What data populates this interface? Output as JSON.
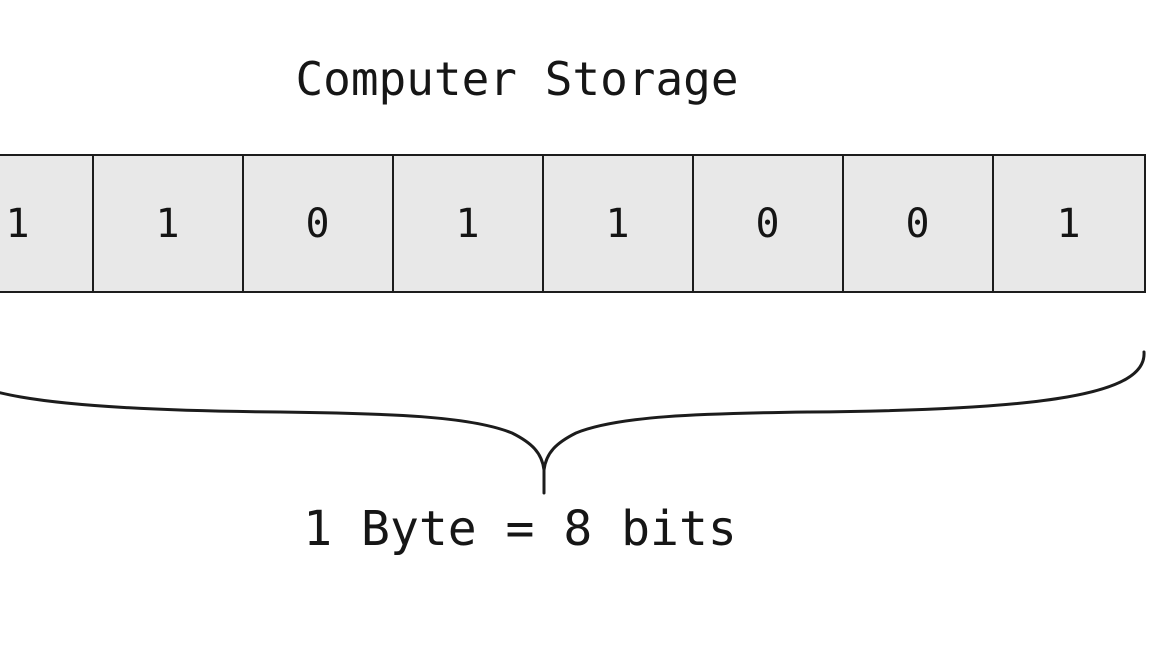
{
  "title": "Computer Storage",
  "byte": {
    "bits": [
      "1",
      "1",
      "0",
      "1",
      "1",
      "0",
      "0",
      "1"
    ],
    "bit_count": 8,
    "caption": "1 Byte = 8 bits"
  },
  "icons": {
    "brace": "curly-brace-down"
  },
  "colors": {
    "background": "#ffffff",
    "cell_fill": "#e8e8e8",
    "line": "#1c1c1c",
    "text": "#161616"
  }
}
